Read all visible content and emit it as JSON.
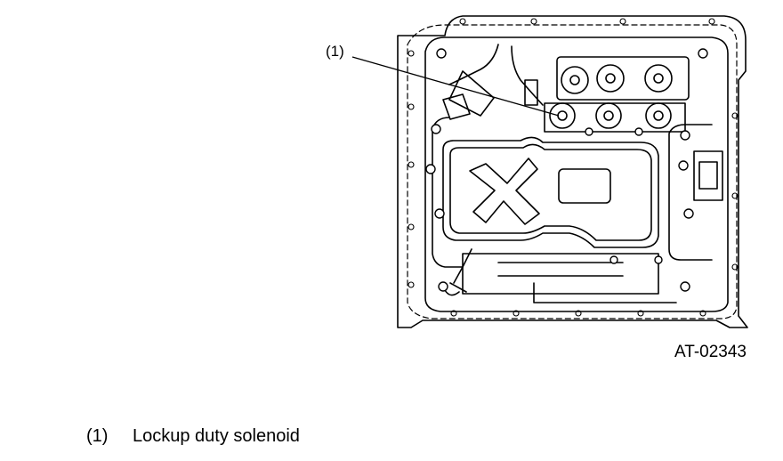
{
  "diagram": {
    "callout": "(1)",
    "figure_id": "AT-02343"
  },
  "legend": {
    "items": [
      {
        "number": "(1)",
        "label": "Lockup duty solenoid"
      }
    ]
  }
}
